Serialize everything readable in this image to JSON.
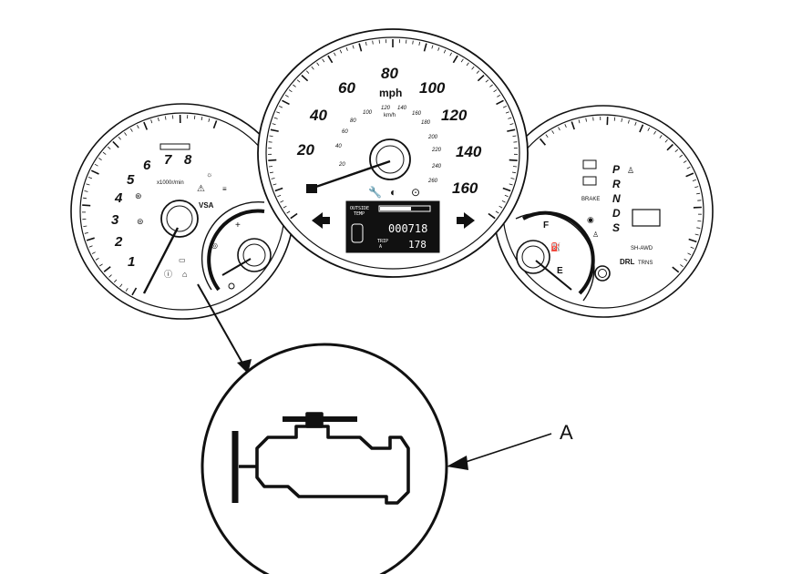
{
  "tach": {
    "numbers": [
      "1",
      "2",
      "3",
      "4",
      "5",
      "6",
      "7",
      "8"
    ],
    "unit": "x1000r/min",
    "vsa": "VSA",
    "temp_plus": "+"
  },
  "speedo": {
    "mph_numbers": [
      "20",
      "40",
      "60",
      "80",
      "100",
      "120",
      "140",
      "160"
    ],
    "kmh_numbers": [
      "20",
      "40",
      "60",
      "80",
      "100",
      "120",
      "140",
      "160",
      "180",
      "200",
      "220",
      "240",
      "260"
    ],
    "unit_mph": "mph",
    "unit_kmh": "km/h"
  },
  "lcd": {
    "label_outside": "OUTSIDE\nTEMP",
    "odometer": "000718",
    "trip_label": "TRIP\nA",
    "trip_value": "178"
  },
  "fuel_gauge": {
    "full": "F",
    "empty": "E",
    "gear_letters": [
      "P",
      "R",
      "N",
      "D",
      "S"
    ],
    "brake": "BRAKE",
    "drl": "DRL",
    "fog": "SH-AWD",
    "trans": "TRNS"
  },
  "callout": {
    "label": "A"
  },
  "colors": {
    "ink": "#111111",
    "lcd": "#111111",
    "background": "#ffffff"
  }
}
